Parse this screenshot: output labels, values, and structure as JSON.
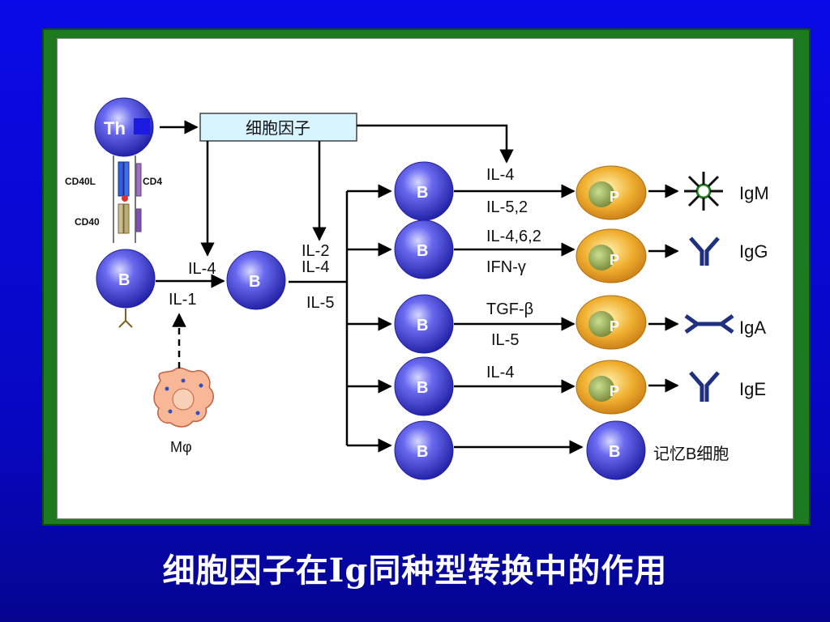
{
  "diagram": {
    "cytokine_box": "细胞因子",
    "th_cell": "Th",
    "receptors": {
      "cd40l": "CD40L",
      "cd4": "CD4",
      "cd40": "CD40"
    },
    "b_label": "B",
    "p_label": "P",
    "macrophage": "Mφ",
    "il_left_top": "IL-4",
    "il_left_bottom": "IL-1",
    "il_mid_1": "IL-2",
    "il_mid_2": "IL-4",
    "il_mid_3": "IL-5",
    "rows": [
      {
        "top": "IL-4",
        "bottom": "IL-5,2",
        "ig": "IgM"
      },
      {
        "top": "IL-4,6,2",
        "bottom": "IFN-γ",
        "ig": "IgG"
      },
      {
        "top": "TGF-β",
        "bottom": "IL-5",
        "ig": "IgA"
      },
      {
        "top": "IL-4",
        "bottom": "",
        "ig": "IgE"
      }
    ],
    "memory_b": "记忆B细胞"
  },
  "caption": "细胞因子在Ig同种型转换中的作用",
  "colors": {
    "background": "#0a0ae8",
    "frame": "#1e7a1e",
    "b_cell": "#3a3ad0",
    "plasma_cell": "#e8a020",
    "box_fill": "#d8f4ff",
    "macrophage": "#f4a080"
  }
}
